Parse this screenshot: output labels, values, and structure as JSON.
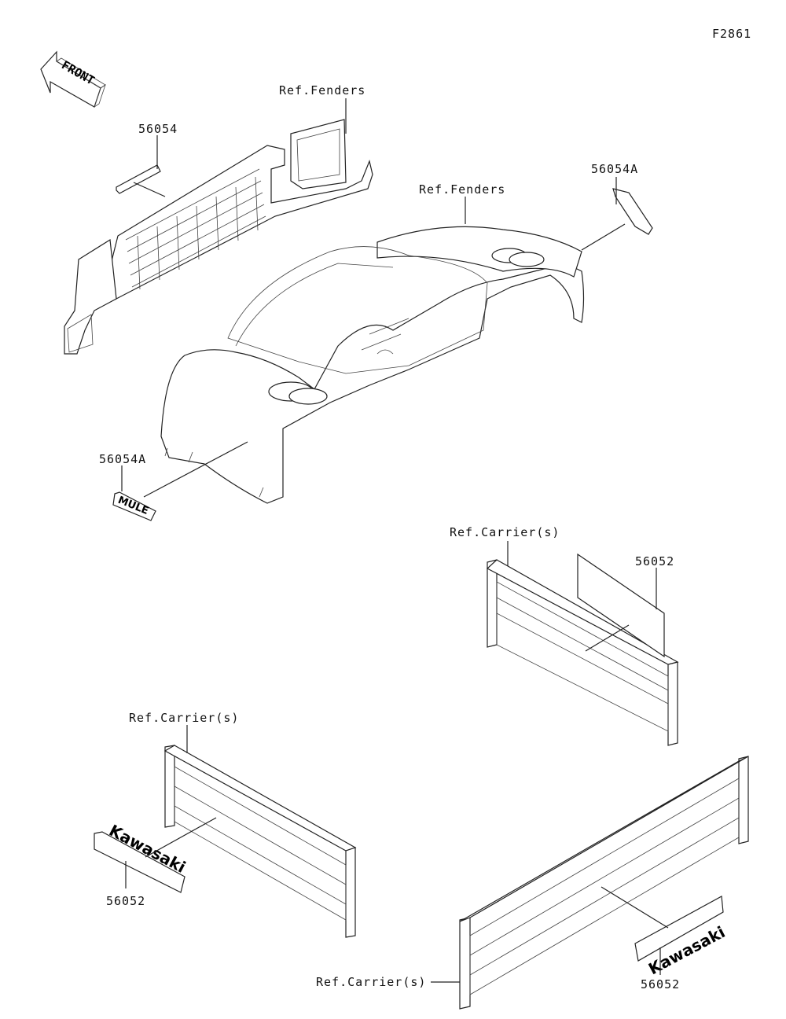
{
  "figure_code": "F2861",
  "front_arrow_text": "FRONT",
  "labels": {
    "ref_fenders_1": "Ref.Fenders",
    "ref_fenders_2": "Ref.Fenders",
    "part_56054": "56054",
    "part_56054a_right": "56054A",
    "part_56054a_left": "56054A",
    "ref_carriers_1": "Ref.Carrier(s)",
    "part_56052_1": "56052",
    "ref_carriers_2": "Ref.Carrier(s)",
    "part_56052_2": "56052",
    "ref_carriers_3": "Ref.Carrier(s)",
    "part_56052_3": "56052"
  },
  "decal_text": {
    "mule": "MULE",
    "kawasaki_left": "Kawasaki",
    "kawasaki_right": "Kawasaki"
  }
}
